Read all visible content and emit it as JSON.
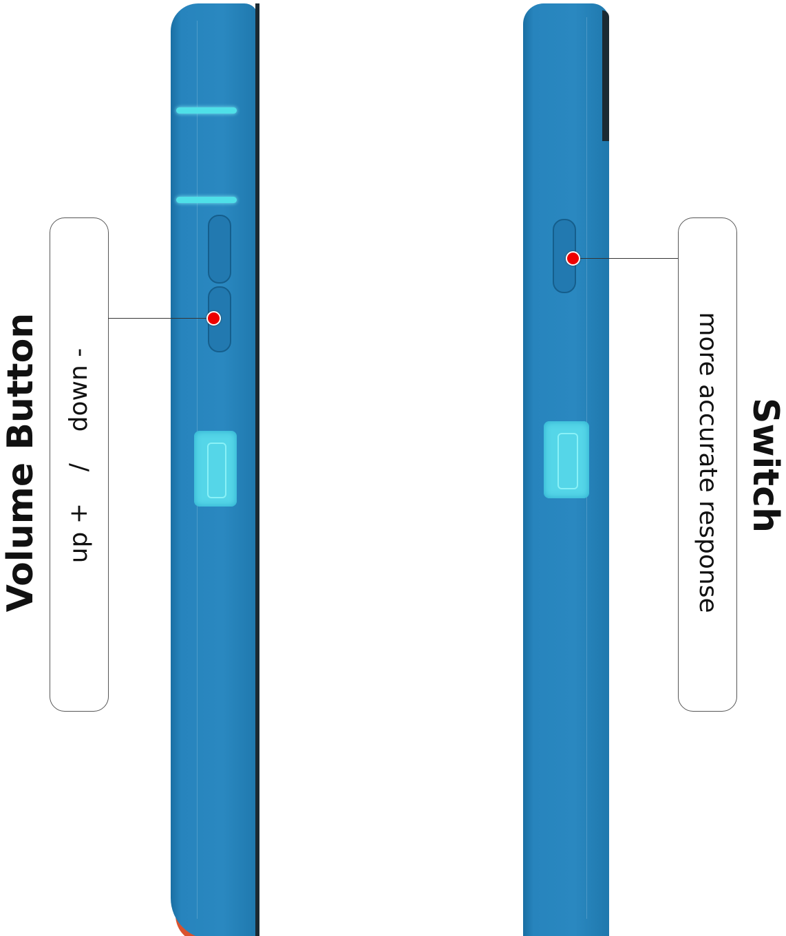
{
  "left_callout": {
    "title": "Volume Button",
    "subtitle": "up +    /    down -"
  },
  "right_callout": {
    "title": "Switch",
    "subtitle": "more accurate response"
  },
  "colors": {
    "case": "#2784bd",
    "slot_glow": "#4fe0e8",
    "marker": "#ee0000",
    "bumper": "#d9522e"
  }
}
